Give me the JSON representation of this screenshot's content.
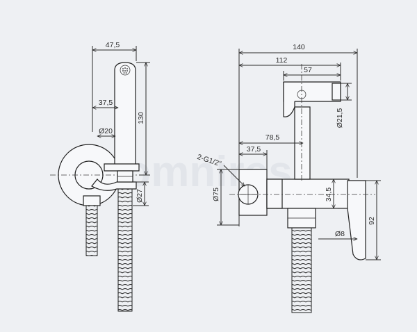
{
  "watermark": {
    "text": "omnires"
  },
  "side_view": {
    "dimensions": {
      "width_top": "47,5",
      "hose_offset": "37,5",
      "handle_diameter": "Ø20",
      "height": "130",
      "hose_diameter": "Ø27"
    }
  },
  "front_view": {
    "dimensions": {
      "total_width": "140",
      "width_112": "112",
      "width_57": "57",
      "spray_diameter": "Ø21,5",
      "width_78_5": "78,5",
      "width_37_5": "37,5",
      "connection": "2-G1/2\"",
      "plate_diameter": "Ø75",
      "height_34_5": "34,5",
      "height_92": "92",
      "diameter_8": "Ø8"
    }
  }
}
